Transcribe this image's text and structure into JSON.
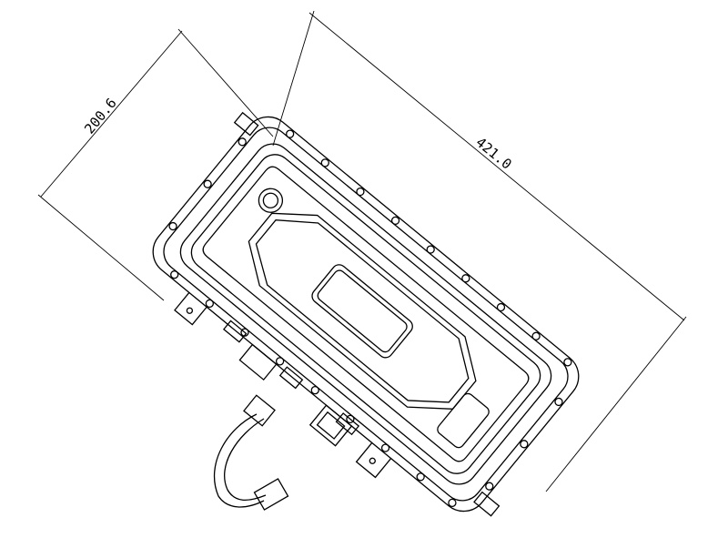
{
  "drawing": {
    "dimensions": [
      {
        "label": "421.0",
        "quantity": "length"
      },
      {
        "label": "200.6",
        "quantity": "width"
      }
    ],
    "line_color": "#000000",
    "background": "#ffffff"
  }
}
